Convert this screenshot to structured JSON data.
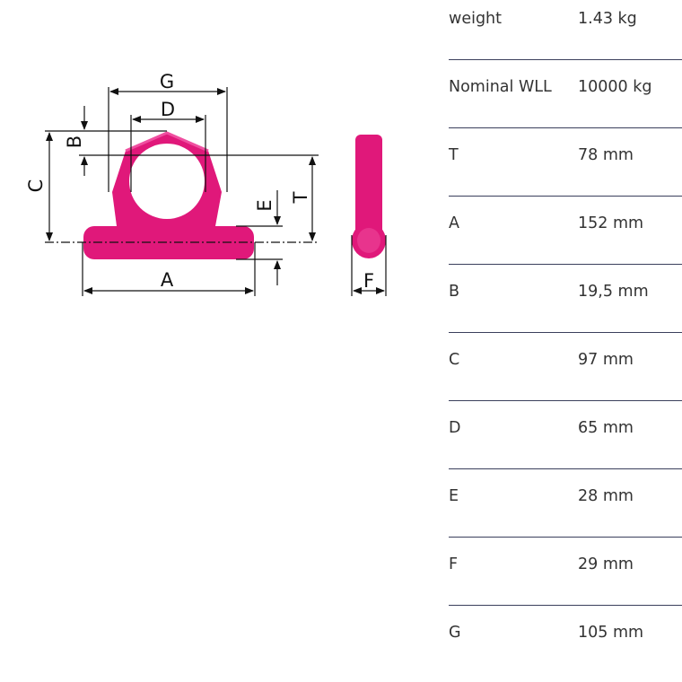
{
  "drawing": {
    "labels": {
      "A": "A",
      "B": "B",
      "C": "C",
      "D": "D",
      "E": "E",
      "F": "F",
      "G": "G",
      "T": "T"
    },
    "colors": {
      "product": "#e0187a",
      "product_light": "#ef4fa0",
      "lines": "#111111"
    }
  },
  "specs": [
    {
      "label": "weight",
      "value": "1.43 kg"
    },
    {
      "label": "Nominal WLL",
      "value": "10000 kg"
    },
    {
      "label": "T",
      "value": "78 mm"
    },
    {
      "label": "A",
      "value": "152 mm"
    },
    {
      "label": "B",
      "value": "19,5 mm"
    },
    {
      "label": "C",
      "value": "97 mm"
    },
    {
      "label": "D",
      "value": "65 mm"
    },
    {
      "label": "E",
      "value": "28 mm"
    },
    {
      "label": "F",
      "value": "29 mm"
    },
    {
      "label": "G",
      "value": "105 mm"
    }
  ]
}
